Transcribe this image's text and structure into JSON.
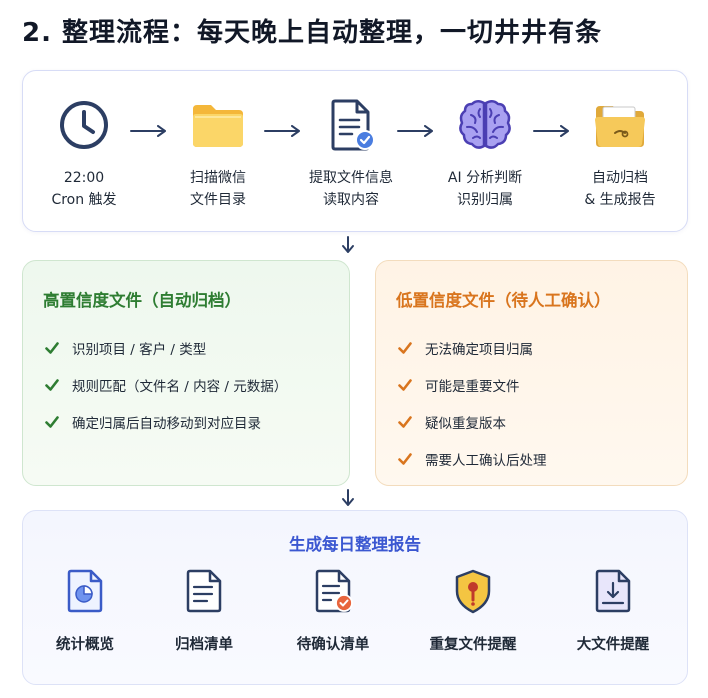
{
  "title": "2. 整理流程：每天晚上自动整理，一切井井有条",
  "flow": {
    "steps": [
      {
        "icon": "clock-icon",
        "line1": "22:00",
        "line2": "Cron 触发"
      },
      {
        "icon": "folder-icon",
        "line1": "扫描微信",
        "line2": "文件目录"
      },
      {
        "icon": "document-check-icon",
        "line1": "提取文件信息",
        "line2": "读取内容"
      },
      {
        "icon": "brain-icon",
        "line1": "AI 分析判断",
        "line2": "识别归属"
      },
      {
        "icon": "archive-folder-icon",
        "line1": "自动归档",
        "line2": "& 生成报告"
      }
    ]
  },
  "high_confidence": {
    "title": "高置信度文件（自动归档）",
    "items": [
      "识别项目 / 客户 / 类型",
      "规则匹配（文件名 / 内容 / 元数据）",
      "确定归属后自动移动到对应目录"
    ]
  },
  "low_confidence": {
    "title": "低置信度文件（待人工确认）",
    "items": [
      "无法确定项目归属",
      "可能是重要文件",
      "疑似重复版本",
      "需要人工确认后处理"
    ]
  },
  "report": {
    "title": "生成每日整理报告",
    "items": [
      {
        "icon": "chart-document-icon",
        "label": "统计概览"
      },
      {
        "icon": "list-document-icon",
        "label": "归档清单"
      },
      {
        "icon": "pending-document-icon",
        "label": "待确认清单"
      },
      {
        "icon": "shield-alert-icon",
        "label": "重复文件提醒"
      },
      {
        "icon": "large-file-icon",
        "label": "大文件提醒"
      }
    ]
  },
  "colors": {
    "accent_blue": "#3b57d1",
    "high_green": "#2e7d32",
    "low_orange": "#d9751e",
    "folder_yellow": "#f7c948",
    "brain_purple": "#8d84e8"
  }
}
